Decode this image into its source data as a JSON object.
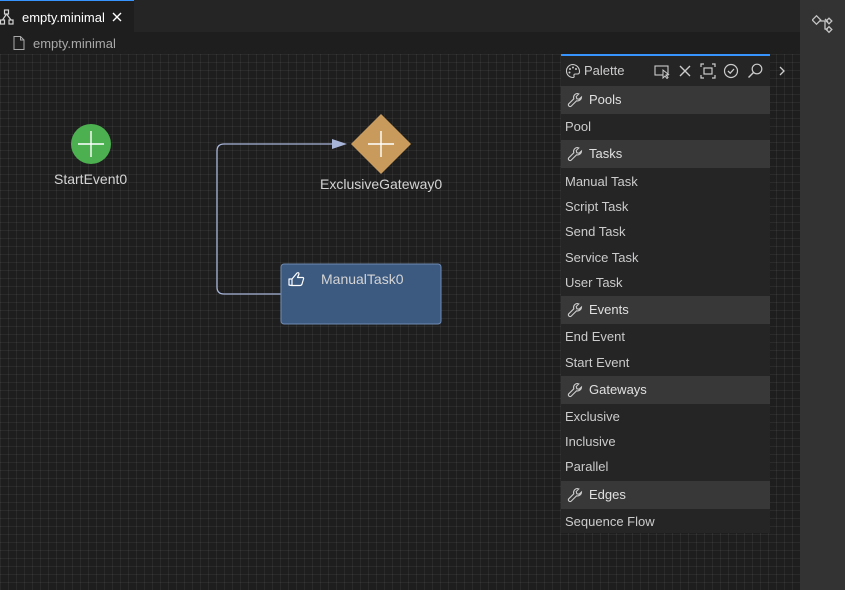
{
  "tab": {
    "label": "empty.minimal"
  },
  "breadcrumb": {
    "label": "empty.minimal"
  },
  "diagram": {
    "start_event": {
      "label": "StartEvent0",
      "color": "#4caf50"
    },
    "gateway": {
      "label": "ExclusiveGateway0",
      "color": "#c89b5c"
    },
    "task": {
      "label": "ManualTask0",
      "color": "#3c5a80"
    }
  },
  "palette": {
    "title": "Palette",
    "sections": [
      {
        "label": "Pools",
        "items": [
          "Pool"
        ]
      },
      {
        "label": "Tasks",
        "items": [
          "Manual Task",
          "Script Task",
          "Send Task",
          "Service Task",
          "User Task"
        ]
      },
      {
        "label": "Events",
        "items": [
          "End Event",
          "Start Event"
        ]
      },
      {
        "label": "Gateways",
        "items": [
          "Exclusive",
          "Inclusive",
          "Parallel"
        ]
      },
      {
        "label": "Edges",
        "items": [
          "Sequence Flow"
        ]
      }
    ]
  },
  "colors": {
    "accent": "#3794ff",
    "edge": "#a6b4d8"
  }
}
